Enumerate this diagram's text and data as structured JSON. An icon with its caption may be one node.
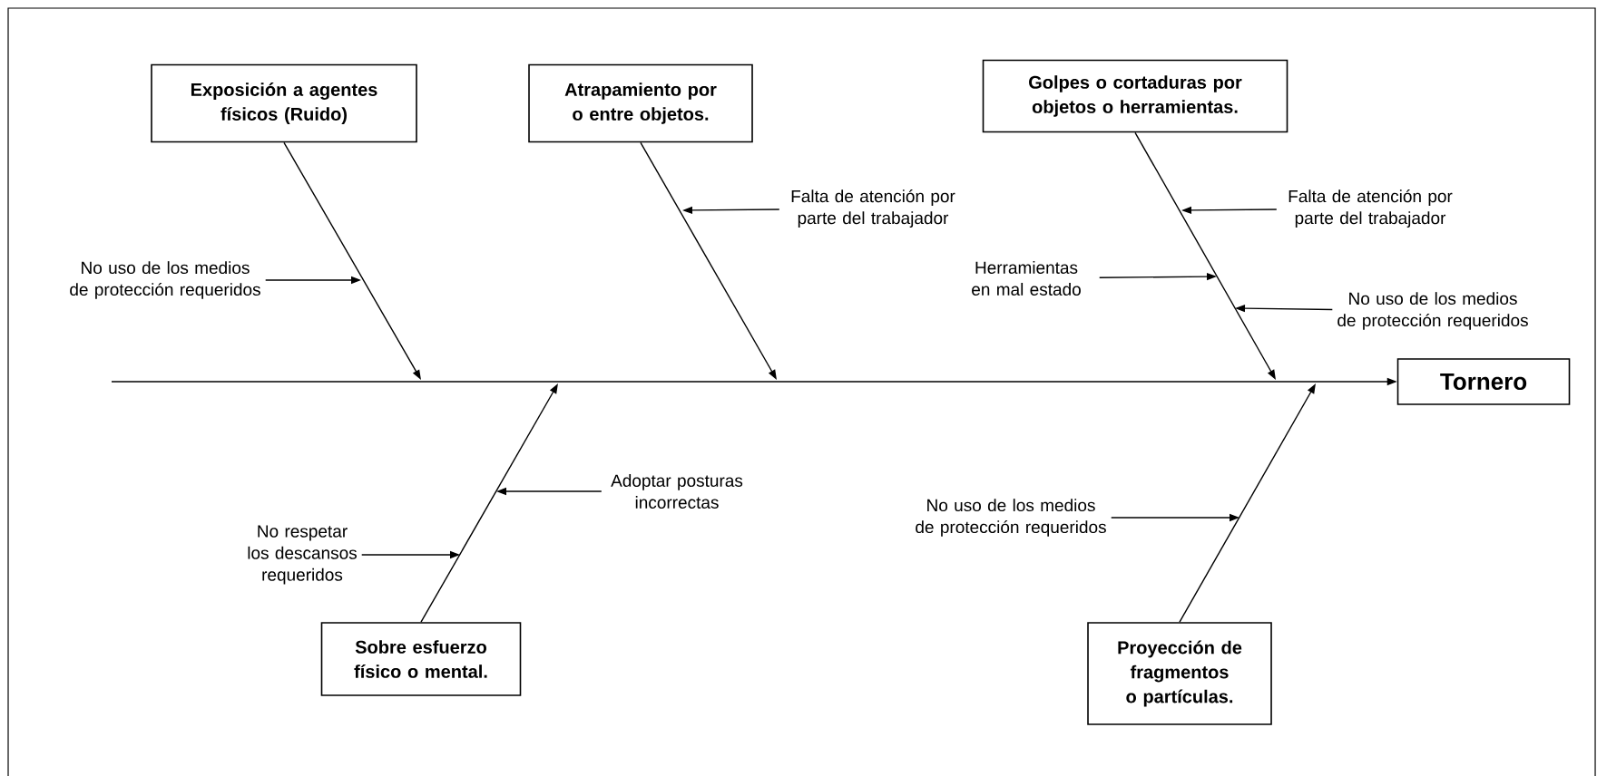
{
  "diagram": {
    "nodes": [
      {
        "text": [
          "Exposición a agentes físicos (Ruido)"
        ]
      },
      {
        "text": [
          "Atrapamiento por o entre objetos."
        ]
      },
      {
        "text": [
          "Golpes o cortaduras por objetos o herramientas."
        ]
      },
      {
        "text": [
          "Tornero"
        ]
      },
      {
        "text": [
          "Sobre esfuerzo físico o mental."
        ]
      },
      {
        "text": [
          "Proyección de fragmentos o partículas."
        ]
      },
      {
        "text": [
          "No uso de los medios de protección requeridos"
        ]
      },
      {
        "text": [
          "Falta de atención por parte del trabajador"
        ]
      },
      {
        "text": [
          "Falta de atención por parte del trabajador"
        ]
      },
      {
        "text": [
          "Herramientas en mal estado"
        ]
      },
      {
        "text": [
          "No uso de los medios de protección requeridos"
        ]
      },
      {
        "text": [
          "Adoptar posturas incorrectas"
        ]
      },
      {
        "text": [
          "No respetar los descansos requeridos"
        ]
      },
      {
        "text": [
          "No uso de los medios de protección requeridos"
        ]
      }
    ],
    "edges": [
      {
        "from": null,
        "to": 3,
        "arrow": "to"
      },
      {
        "from": 0,
        "to": null,
        "arrow": "to"
      },
      {
        "from": 1,
        "to": null,
        "arrow": "to"
      },
      {
        "from": 2,
        "to": null,
        "arrow": "to"
      },
      {
        "from": 4,
        "to": null,
        "arrow": "to"
      },
      {
        "from": 5,
        "to": null,
        "arrow": "to"
      },
      {
        "from": 6,
        "to": null,
        "arrow": "to"
      },
      {
        "from": 7,
        "to": null,
        "arrow": "to"
      },
      {
        "from": 8,
        "to": null,
        "arrow": "to"
      },
      {
        "from": 9,
        "to": null,
        "arrow": "to"
      },
      {
        "from": 10,
        "to": null,
        "arrow": "to"
      },
      {
        "from": 11,
        "to": null,
        "arrow": "to"
      },
      {
        "from": 12,
        "to": null,
        "arrow": "to"
      },
      {
        "from": 13,
        "to": null,
        "arrow": "to"
      }
    ]
  }
}
